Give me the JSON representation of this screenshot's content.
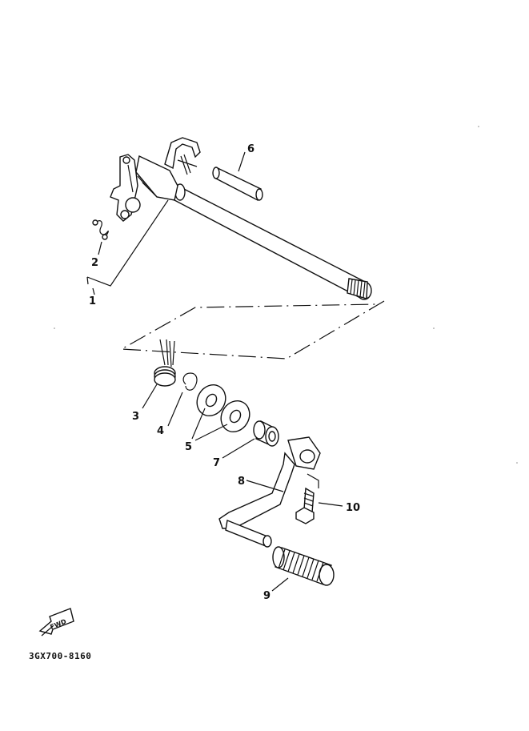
{
  "diagram": {
    "callouts": [
      {
        "id": "1",
        "label": "1"
      },
      {
        "id": "2",
        "label": "2"
      },
      {
        "id": "3",
        "label": "3"
      },
      {
        "id": "4",
        "label": "4"
      },
      {
        "id": "5",
        "label": "5"
      },
      {
        "id": "6",
        "label": "6"
      },
      {
        "id": "7",
        "label": "7"
      },
      {
        "id": "8",
        "label": "8"
      },
      {
        "id": "9",
        "label": "9"
      },
      {
        "id": "10",
        "label": "10"
      }
    ],
    "fwd_label": "FWD",
    "drawing_code": "3GX700-8160"
  }
}
